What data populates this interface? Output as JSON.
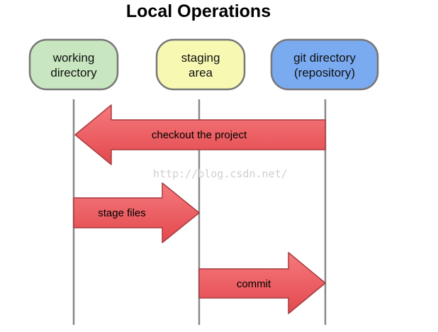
{
  "title": "Local Operations",
  "nodes": [
    {
      "id": "working",
      "line1": "working",
      "line2": "directory",
      "fill": "#c8e6bf",
      "stroke": "#777777"
    },
    {
      "id": "staging",
      "line1": "staging",
      "line2": "area",
      "fill": "#f7f9b3",
      "stroke": "#777777"
    },
    {
      "id": "git",
      "line1": "git directory",
      "line2": "(repository)",
      "fill": "#7aaaf0",
      "stroke": "#777777"
    }
  ],
  "arrows": [
    {
      "id": "checkout",
      "label": "checkout the project",
      "from": "git",
      "to": "working"
    },
    {
      "id": "stage",
      "label": "stage files",
      "from": "working",
      "to": "staging"
    },
    {
      "id": "commit",
      "label": "commit",
      "from": "staging",
      "to": "git"
    }
  ],
  "watermark": "http://blog.csdn.net/",
  "colors": {
    "arrow_fill": "#ec5a5e",
    "arrow_stroke": "#a63a3e",
    "lifeline": "#888888"
  }
}
